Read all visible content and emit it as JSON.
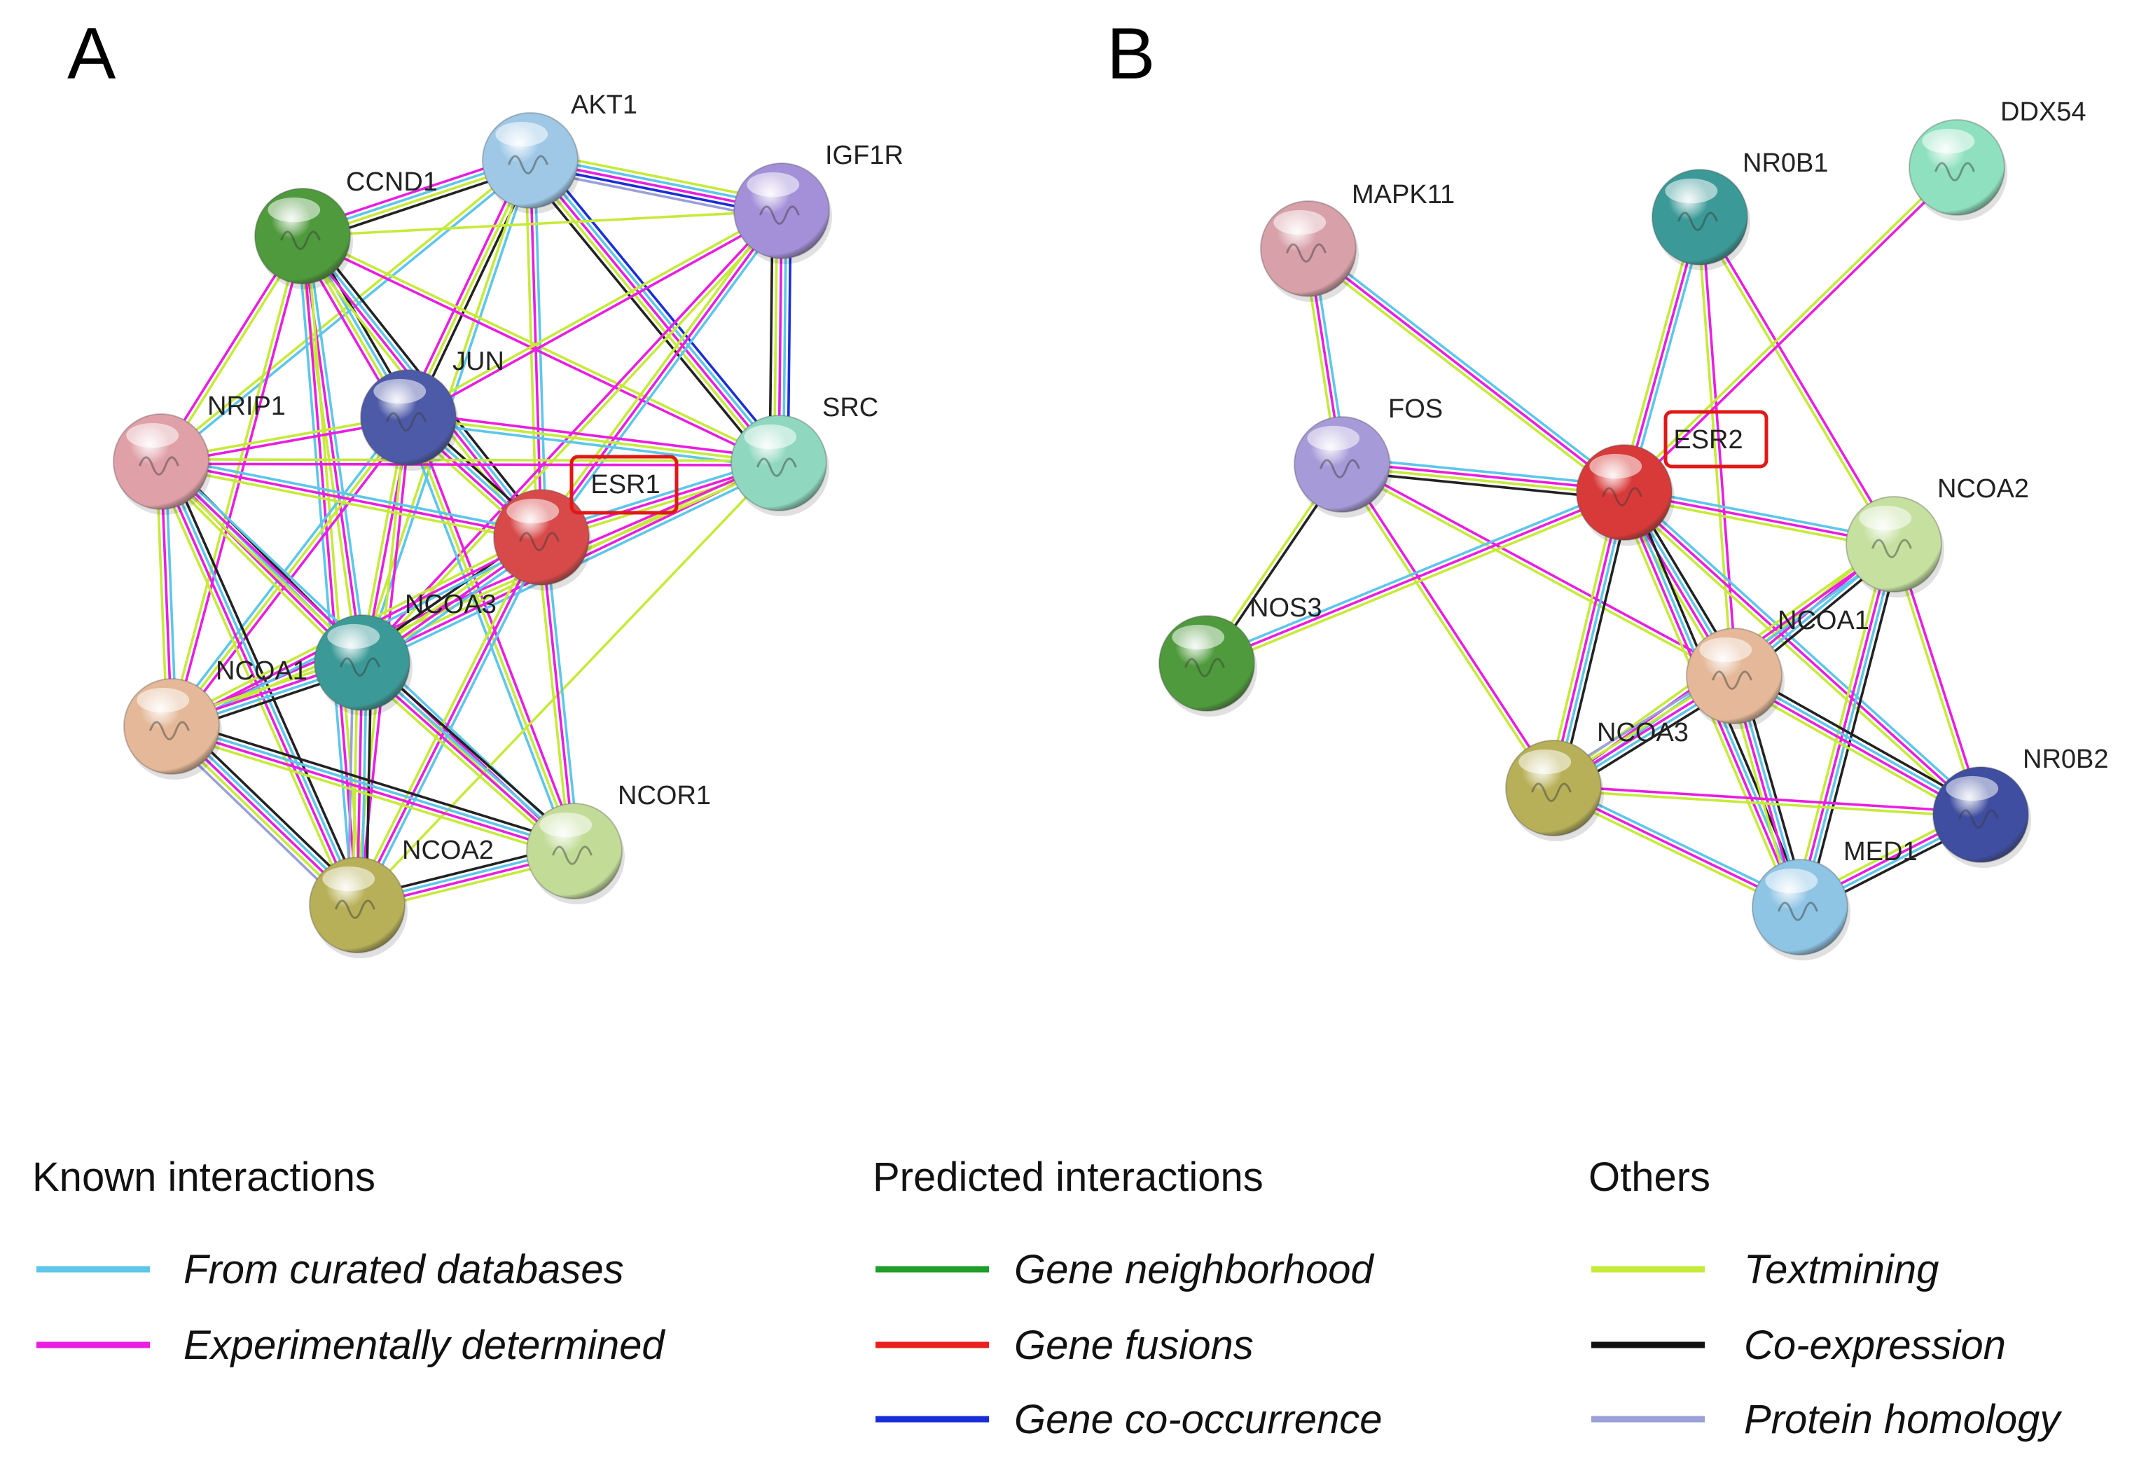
{
  "panels": [
    {
      "letter": "A",
      "highlight": "ESR1",
      "nodes": [
        {
          "id": "AKT1",
          "label": "AKT1",
          "color": "#9ec8e6"
        },
        {
          "id": "CCND1",
          "label": "CCND1",
          "color": "#4f9a3c"
        },
        {
          "id": "IGF1R",
          "label": "IGF1R",
          "color": "#a390d8"
        },
        {
          "id": "JUN",
          "label": "JUN",
          "color": "#4d5aa8"
        },
        {
          "id": "NRIP1",
          "label": "NRIP1",
          "color": "#e0a0a8"
        },
        {
          "id": "SRC",
          "label": "SRC",
          "color": "#8fd8bf"
        },
        {
          "id": "ESR1",
          "label": "ESR1",
          "color": "#d84a4a"
        },
        {
          "id": "NCOA3",
          "label": "NCOA3",
          "color": "#3b9a98"
        },
        {
          "id": "NCOA1",
          "label": "NCOA1",
          "color": "#e4b898"
        },
        {
          "id": "NCOR1",
          "label": "NCOR1",
          "color": "#c2dc98"
        },
        {
          "id": "NCOA2",
          "label": "NCOA2",
          "color": "#b8b058"
        }
      ],
      "edges": [
        {
          "a": "AKT1",
          "b": "CCND1",
          "types": [
            "black",
            "yellow",
            "cyan",
            "magenta"
          ]
        },
        {
          "a": "AKT1",
          "b": "IGF1R",
          "types": [
            "yellow",
            "cyan",
            "magenta",
            "blue",
            "lavender"
          ]
        },
        {
          "a": "AKT1",
          "b": "JUN",
          "types": [
            "black",
            "yellow",
            "magenta"
          ]
        },
        {
          "a": "AKT1",
          "b": "SRC",
          "types": [
            "blue",
            "cyan",
            "magenta",
            "yellow",
            "black"
          ]
        },
        {
          "a": "AKT1",
          "b": "ESR1",
          "types": [
            "cyan",
            "magenta",
            "yellow"
          ]
        },
        {
          "a": "AKT1",
          "b": "NRIP1",
          "types": [
            "cyan",
            "yellow"
          ]
        },
        {
          "a": "AKT1",
          "b": "NCOA3",
          "types": [
            "cyan",
            "yellow"
          ]
        },
        {
          "a": "CCND1",
          "b": "JUN",
          "types": [
            "black",
            "cyan",
            "yellow",
            "magenta"
          ]
        },
        {
          "a": "CCND1",
          "b": "ESR1",
          "types": [
            "black",
            "cyan",
            "magenta",
            "yellow"
          ]
        },
        {
          "a": "CCND1",
          "b": "NRIP1",
          "types": [
            "yellow",
            "magenta"
          ]
        },
        {
          "a": "CCND1",
          "b": "NCOA3",
          "types": [
            "cyan",
            "magenta",
            "yellow"
          ]
        },
        {
          "a": "CCND1",
          "b": "NCOA1",
          "types": [
            "magenta",
            "yellow"
          ]
        },
        {
          "a": "CCND1",
          "b": "NCOA2",
          "types": [
            "yellow",
            "magenta",
            "cyan"
          ]
        },
        {
          "a": "CCND1",
          "b": "IGF1R",
          "types": [
            "yellow"
          ]
        },
        {
          "a": "CCND1",
          "b": "SRC",
          "types": [
            "yellow",
            "magenta"
          ]
        },
        {
          "a": "IGF1R",
          "b": "SRC",
          "types": [
            "blue",
            "cyan",
            "magenta",
            "yellow",
            "black"
          ]
        },
        {
          "a": "IGF1R",
          "b": "ESR1",
          "types": [
            "cyan",
            "magenta",
            "yellow"
          ]
        },
        {
          "a": "IGF1R",
          "b": "JUN",
          "types": [
            "magenta",
            "yellow"
          ]
        },
        {
          "a": "IGF1R",
          "b": "NCOA3",
          "types": [
            "yellow",
            "magenta"
          ]
        },
        {
          "a": "JUN",
          "b": "NRIP1",
          "types": [
            "magenta",
            "yellow"
          ]
        },
        {
          "a": "JUN",
          "b": "SRC",
          "types": [
            "magenta",
            "yellow",
            "cyan"
          ]
        },
        {
          "a": "JUN",
          "b": "ESR1",
          "types": [
            "black",
            "cyan",
            "magenta",
            "yellow"
          ]
        },
        {
          "a": "JUN",
          "b": "NCOA3",
          "types": [
            "magenta",
            "yellow"
          ]
        },
        {
          "a": "JUN",
          "b": "NCOA1",
          "types": [
            "magenta",
            "yellow",
            "cyan"
          ]
        },
        {
          "a": "JUN",
          "b": "NCOA2",
          "types": [
            "magenta",
            "yellow"
          ]
        },
        {
          "a": "JUN",
          "b": "NCOR1",
          "types": [
            "magenta",
            "yellow",
            "cyan"
          ]
        },
        {
          "a": "NRIP1",
          "b": "ESR1",
          "types": [
            "cyan",
            "magenta",
            "yellow"
          ]
        },
        {
          "a": "NRIP1",
          "b": "SRC",
          "types": [
            "yellow",
            "magenta"
          ]
        },
        {
          "a": "NRIP1",
          "b": "NCOA3",
          "types": [
            "black",
            "cyan",
            "magenta",
            "yellow"
          ]
        },
        {
          "a": "NRIP1",
          "b": "NCOA1",
          "types": [
            "cyan",
            "magenta",
            "yellow"
          ]
        },
        {
          "a": "NRIP1",
          "b": "NCOA2",
          "types": [
            "black",
            "cyan",
            "magenta",
            "yellow"
          ]
        },
        {
          "a": "NRIP1",
          "b": "NCOR1",
          "types": [
            "cyan",
            "magenta",
            "yellow"
          ]
        },
        {
          "a": "SRC",
          "b": "ESR1",
          "types": [
            "yellow",
            "magenta",
            "cyan"
          ]
        },
        {
          "a": "SRC",
          "b": "NCOA3",
          "types": [
            "cyan",
            "magenta",
            "yellow"
          ]
        },
        {
          "a": "SRC",
          "b": "NCOA1",
          "types": [
            "yellow",
            "magenta"
          ]
        },
        {
          "a": "SRC",
          "b": "NCOA2",
          "types": [
            "yellow"
          ]
        },
        {
          "a": "ESR1",
          "b": "NCOA3",
          "types": [
            "cyan",
            "magenta",
            "yellow",
            "black"
          ]
        },
        {
          "a": "ESR1",
          "b": "NCOA1",
          "types": [
            "cyan",
            "magenta",
            "yellow"
          ]
        },
        {
          "a": "ESR1",
          "b": "NCOA2",
          "types": [
            "cyan",
            "magenta",
            "yellow"
          ]
        },
        {
          "a": "ESR1",
          "b": "NCOR1",
          "types": [
            "cyan",
            "magenta",
            "yellow"
          ]
        },
        {
          "a": "NCOA3",
          "b": "NCOA1",
          "types": [
            "black",
            "cyan",
            "magenta",
            "yellow"
          ]
        },
        {
          "a": "NCOA3",
          "b": "NCOA2",
          "types": [
            "black",
            "cyan",
            "magenta",
            "yellow",
            "lavender"
          ]
        },
        {
          "a": "NCOA3",
          "b": "NCOR1",
          "types": [
            "black",
            "cyan",
            "magenta",
            "yellow"
          ]
        },
        {
          "a": "NCOA1",
          "b": "NCOA2",
          "types": [
            "black",
            "cyan",
            "magenta",
            "yellow",
            "lavender"
          ]
        },
        {
          "a": "NCOA1",
          "b": "NCOR1",
          "types": [
            "black",
            "cyan",
            "magenta",
            "yellow"
          ]
        },
        {
          "a": "NCOA2",
          "b": "NCOR1",
          "types": [
            "black",
            "cyan",
            "magenta",
            "yellow"
          ]
        }
      ]
    },
    {
      "letter": "B",
      "highlight": "ESR2",
      "nodes": [
        {
          "id": "MAPK11",
          "label": "MAPK11",
          "color": "#d8a0a8"
        },
        {
          "id": "NR0B1",
          "label": "NR0B1",
          "color": "#3b9a98"
        },
        {
          "id": "DDX54",
          "label": "DDX54",
          "color": "#8fe0bf"
        },
        {
          "id": "FOS",
          "label": "FOS",
          "color": "#a79ad8"
        },
        {
          "id": "ESR2",
          "label": "ESR2",
          "color": "#d83a3a"
        },
        {
          "id": "NCOA2",
          "label": "NCOA2",
          "color": "#c6e0a0"
        },
        {
          "id": "NOS3",
          "label": "NOS3",
          "color": "#4f9a3c"
        },
        {
          "id": "NCOA1",
          "label": "NCOA1",
          "color": "#e4b898"
        },
        {
          "id": "NCOA3",
          "label": "NCOA3",
          "color": "#b8b058"
        },
        {
          "id": "NR0B2",
          "label": "NR0B2",
          "color": "#3f4ea0"
        },
        {
          "id": "MED1",
          "label": "MED1",
          "color": "#8ec4e4"
        }
      ],
      "edges": [
        {
          "a": "MAPK11",
          "b": "FOS",
          "types": [
            "cyan",
            "magenta",
            "yellow"
          ]
        },
        {
          "a": "MAPK11",
          "b": "ESR2",
          "types": [
            "cyan",
            "magenta",
            "yellow"
          ]
        },
        {
          "a": "FOS",
          "b": "ESR2",
          "types": [
            "cyan",
            "magenta",
            "yellow",
            "black"
          ]
        },
        {
          "a": "FOS",
          "b": "NOS3",
          "types": [
            "black",
            "yellow"
          ]
        },
        {
          "a": "FOS",
          "b": "NCOA3",
          "types": [
            "magenta",
            "yellow"
          ]
        },
        {
          "a": "FOS",
          "b": "NCOA1",
          "types": [
            "magenta",
            "yellow"
          ]
        },
        {
          "a": "NOS3",
          "b": "ESR2",
          "types": [
            "cyan",
            "magenta",
            "yellow"
          ]
        },
        {
          "a": "NR0B1",
          "b": "ESR2",
          "types": [
            "cyan",
            "magenta",
            "yellow"
          ]
        },
        {
          "a": "NR0B1",
          "b": "NCOA2",
          "types": [
            "magenta",
            "yellow"
          ]
        },
        {
          "a": "NR0B1",
          "b": "NCOA1",
          "types": [
            "magenta",
            "yellow"
          ]
        },
        {
          "a": "DDX54",
          "b": "ESR2",
          "types": [
            "magenta",
            "yellow"
          ]
        },
        {
          "a": "ESR2",
          "b": "NCOA2",
          "types": [
            "cyan",
            "magenta",
            "yellow"
          ]
        },
        {
          "a": "ESR2",
          "b": "NCOA1",
          "types": [
            "black",
            "cyan",
            "magenta",
            "yellow"
          ]
        },
        {
          "a": "ESR2",
          "b": "NCOA3",
          "types": [
            "black",
            "cyan",
            "magenta",
            "yellow"
          ]
        },
        {
          "a": "ESR2",
          "b": "NR0B2",
          "types": [
            "cyan",
            "magenta",
            "yellow"
          ]
        },
        {
          "a": "ESR2",
          "b": "MED1",
          "types": [
            "black",
            "cyan",
            "magenta",
            "yellow"
          ]
        },
        {
          "a": "NCOA2",
          "b": "NCOA1",
          "types": [
            "black",
            "cyan",
            "magenta",
            "yellow"
          ]
        },
        {
          "a": "NCOA2",
          "b": "NCOA3",
          "types": [
            "cyan",
            "magenta",
            "yellow"
          ]
        },
        {
          "a": "NCOA2",
          "b": "NR0B2",
          "types": [
            "magenta",
            "yellow"
          ]
        },
        {
          "a": "NCOA2",
          "b": "MED1",
          "types": [
            "black",
            "cyan",
            "magenta",
            "yellow"
          ]
        },
        {
          "a": "NCOA1",
          "b": "NCOA3",
          "types": [
            "black",
            "cyan",
            "magenta",
            "yellow",
            "lavender"
          ]
        },
        {
          "a": "NCOA1",
          "b": "NR0B2",
          "types": [
            "black",
            "cyan",
            "magenta",
            "yellow"
          ]
        },
        {
          "a": "NCOA1",
          "b": "MED1",
          "types": [
            "black",
            "cyan",
            "magenta",
            "yellow"
          ]
        },
        {
          "a": "NCOA3",
          "b": "NR0B2",
          "types": [
            "magenta",
            "yellow"
          ]
        },
        {
          "a": "NCOA3",
          "b": "MED1",
          "types": [
            "cyan",
            "magenta",
            "yellow"
          ]
        },
        {
          "a": "NR0B2",
          "b": "MED1",
          "types": [
            "black",
            "cyan",
            "magenta",
            "yellow"
          ]
        }
      ]
    }
  ],
  "legend": {
    "groups": [
      {
        "title": "Known interactions",
        "items": [
          {
            "label": "From curated databases",
            "color": "#5ec6ea"
          },
          {
            "label": "Experimentally determined",
            "color": "#e91ee0"
          }
        ]
      },
      {
        "title": "Predicted interactions",
        "items": [
          {
            "label": "Gene neighborhood",
            "color": "#1f9e2a"
          },
          {
            "label": "Gene fusions",
            "color": "#e8201e"
          },
          {
            "label": "Gene co-occurrence",
            "color": "#1a2ed8"
          }
        ]
      },
      {
        "title": "Others",
        "items": [
          {
            "label": "Textmining",
            "color": "#c6ea3a"
          },
          {
            "label": "Co-expression",
            "color": "#111111"
          },
          {
            "label": "Protein homology",
            "color": "#9aa0d8"
          }
        ]
      }
    ]
  },
  "edge_colors": {
    "cyan": "#5ec6ea",
    "magenta": "#e91ee0",
    "yellow": "#c6ea3a",
    "black": "#222222",
    "blue": "#1a2ed8",
    "lavender": "#9aa0d8"
  },
  "highlight_color": "#e01818"
}
